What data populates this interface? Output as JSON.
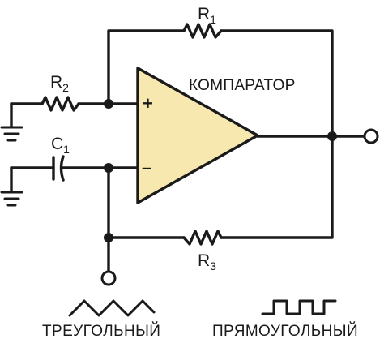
{
  "diagram": {
    "components": {
      "r1": {
        "letter": "R",
        "index": "1"
      },
      "r2": {
        "letter": "R",
        "index": "2"
      },
      "r3": {
        "letter": "R",
        "index": "3"
      },
      "c1": {
        "letter": "C",
        "index": "1"
      }
    },
    "opamp": {
      "label": "КОМПАРАТОР",
      "plus_sign": "+",
      "minus_sign": "–",
      "fill_color": "#f7e8b0"
    },
    "outputs": {
      "triangle_label": "ТРЕУГОЛЬНЫЙ",
      "square_label": "ПРЯМОУГОЛЬНЫЙ"
    },
    "line_color": "#1a1a1a"
  }
}
